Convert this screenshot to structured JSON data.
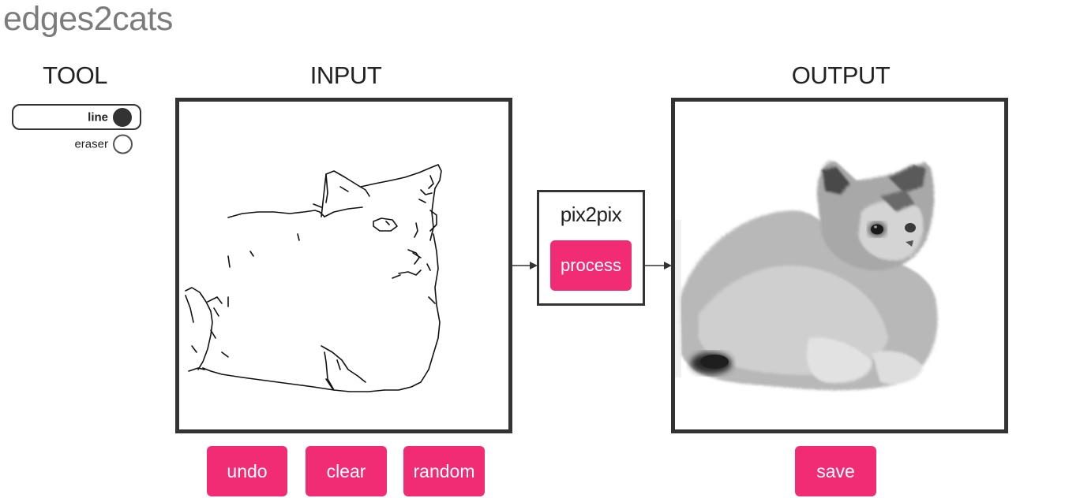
{
  "app": {
    "title": "edges2cats"
  },
  "tool": {
    "heading": "TOOL",
    "options": [
      {
        "label": "line",
        "selected": true
      },
      {
        "label": "eraser",
        "selected": false
      }
    ]
  },
  "input": {
    "heading": "INPUT",
    "buttons": {
      "undo": "undo",
      "clear": "clear",
      "random": "random"
    }
  },
  "model": {
    "name": "pix2pix",
    "process_label": "process"
  },
  "output": {
    "heading": "OUTPUT",
    "save_label": "save"
  },
  "colors": {
    "accent": "#f22b75",
    "frame": "#333333",
    "title": "#7c7c7c"
  }
}
